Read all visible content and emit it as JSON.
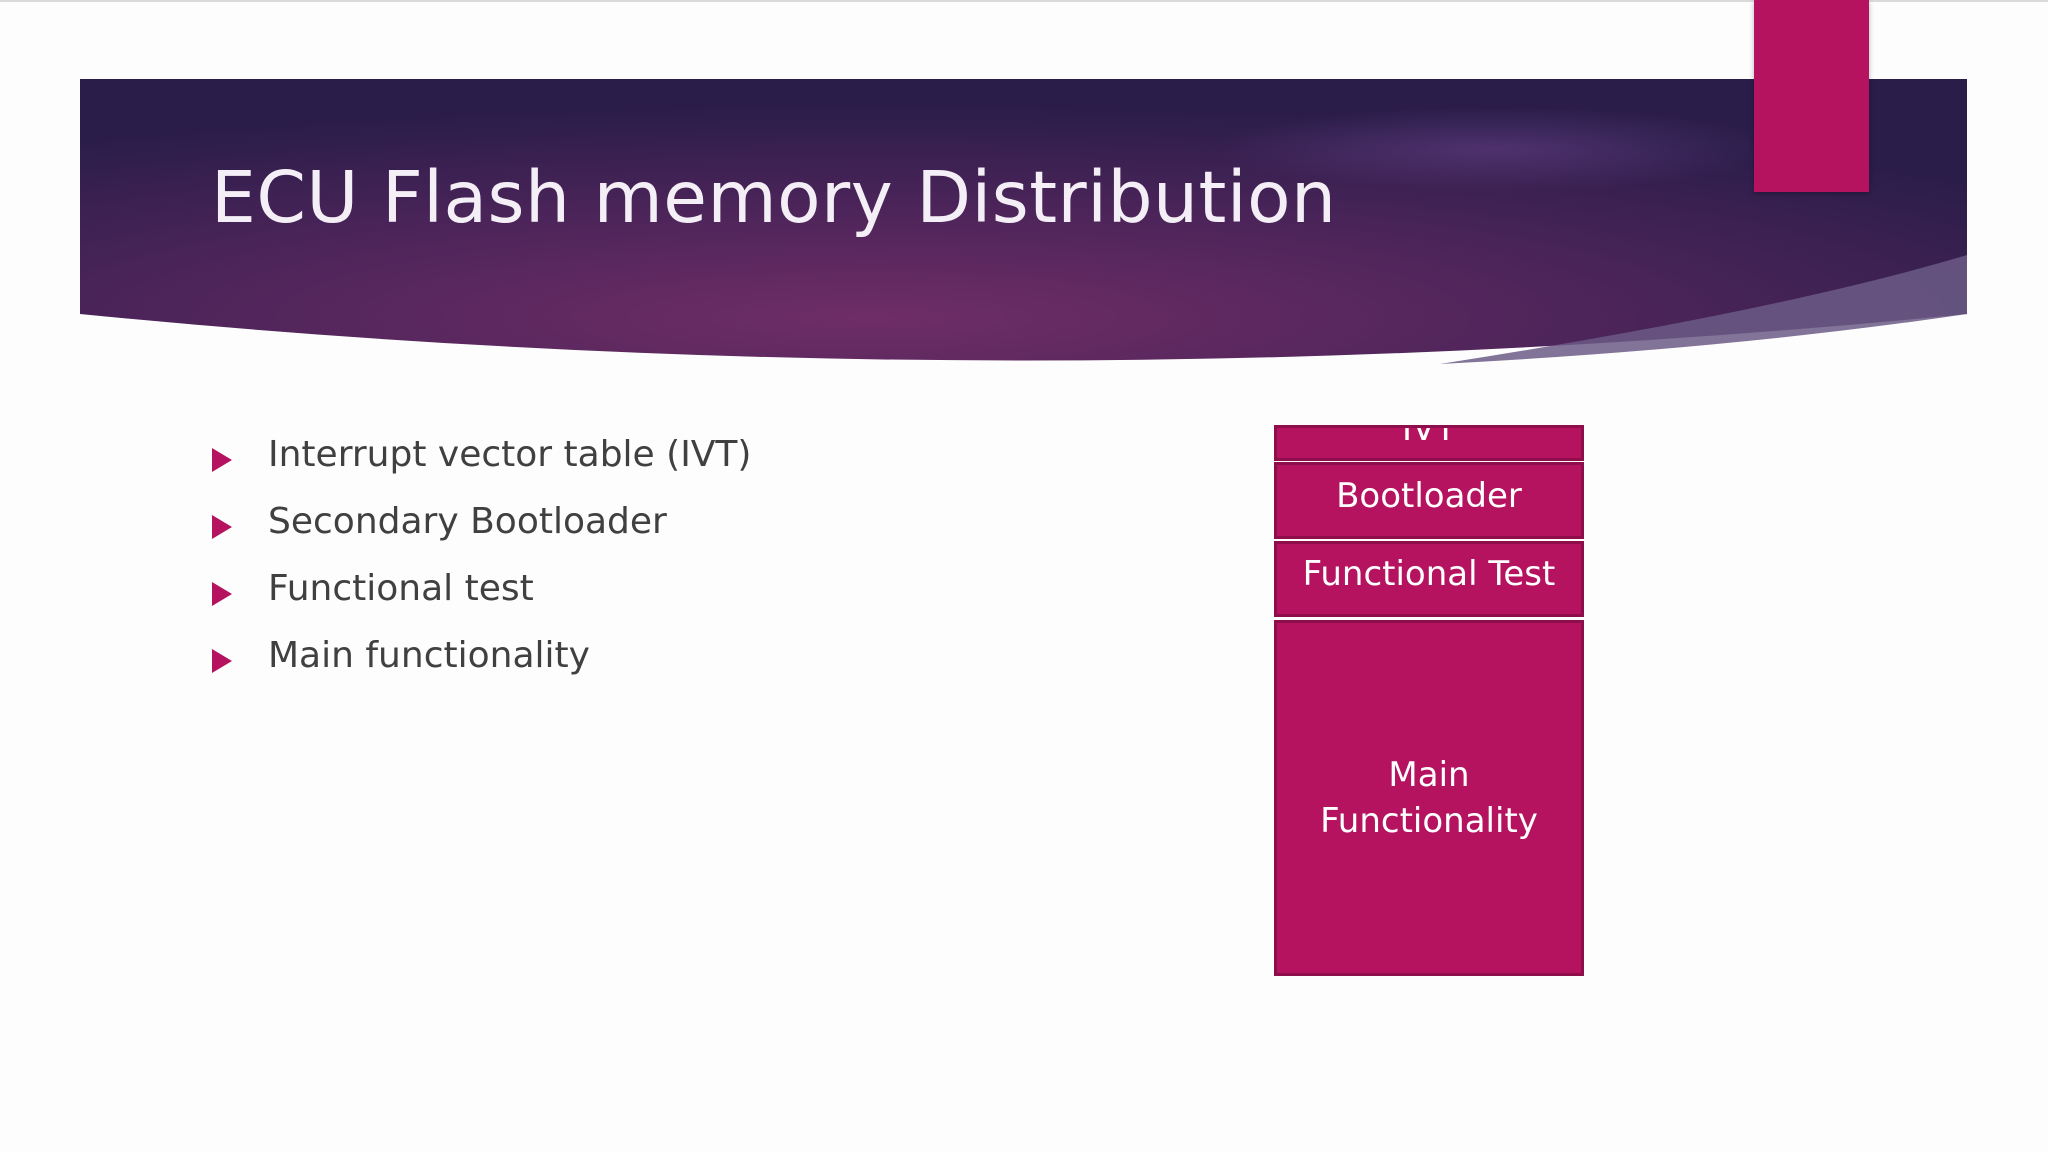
{
  "slide": {
    "title": "ECU Flash memory Distribution",
    "bullets": [
      "Interrupt vector table (IVT)",
      "Secondary Bootloader",
      "Functional test",
      "Main functionality"
    ]
  },
  "memory_map": {
    "blocks": [
      {
        "label": "IVT"
      },
      {
        "label": "Bootloader"
      },
      {
        "label": "Functional Test"
      },
      {
        "label": "Main Functionality"
      }
    ]
  },
  "colors": {
    "accent": "#b5135f",
    "banner_dark": "#2b1d4a",
    "banner_mid": "#6f2d66",
    "block_border": "#8e0e4c",
    "title_text": "#f4eef6",
    "body_text": "#404040"
  }
}
